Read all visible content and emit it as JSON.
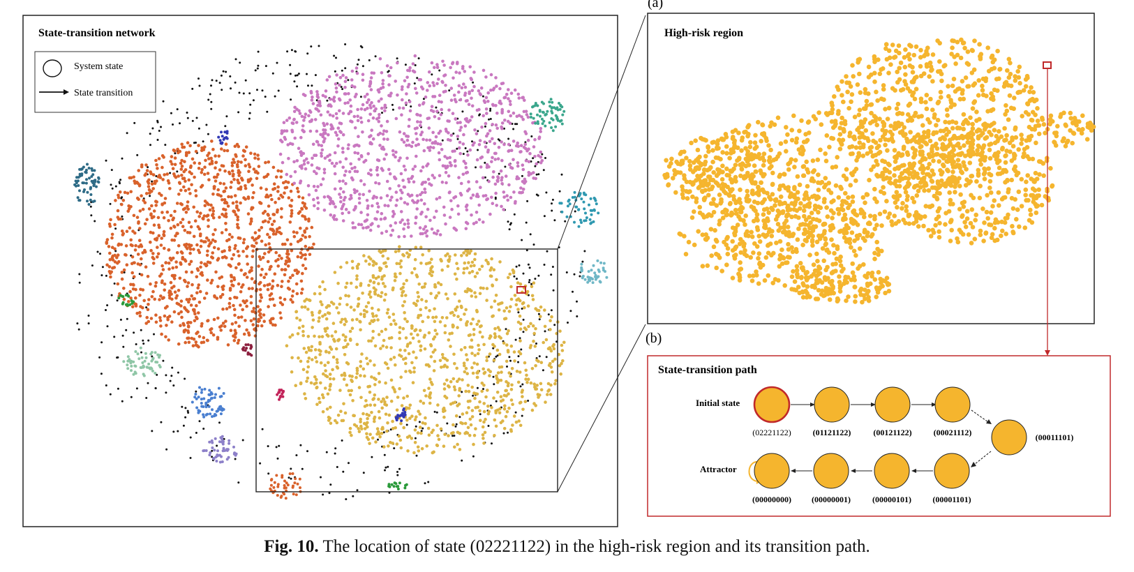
{
  "network_panel": {
    "title": "State-transition network",
    "legend": {
      "state_label": "System state",
      "transition_label": "State transition"
    }
  },
  "panel_a": {
    "tag": "(a)",
    "title": "High-risk region"
  },
  "panel_b": {
    "tag": "(b)",
    "title": "State-transition path",
    "initial_label": "Initial state",
    "attractor_label": "Attractor",
    "states": [
      "(02221122)",
      "(01121122)",
      "(00121122)",
      "(00021112)",
      "(00011101)",
      "(00001101)",
      "(00000101)",
      "(00000001)",
      "(00000000)"
    ]
  },
  "colors": {
    "orange_cluster": "#d9622b",
    "purple_cluster": "#c978c0",
    "gold_cluster": "#ddb445",
    "high_risk_node": "#f5b52e",
    "initial_border": "#c0282a",
    "panel_b_border": "#c0282a",
    "arrow_red": "#c0282a"
  },
  "caption": {
    "label": "Fig. 10.",
    "text": "The location of state (02221122) in the high-risk region and its transition path."
  }
}
